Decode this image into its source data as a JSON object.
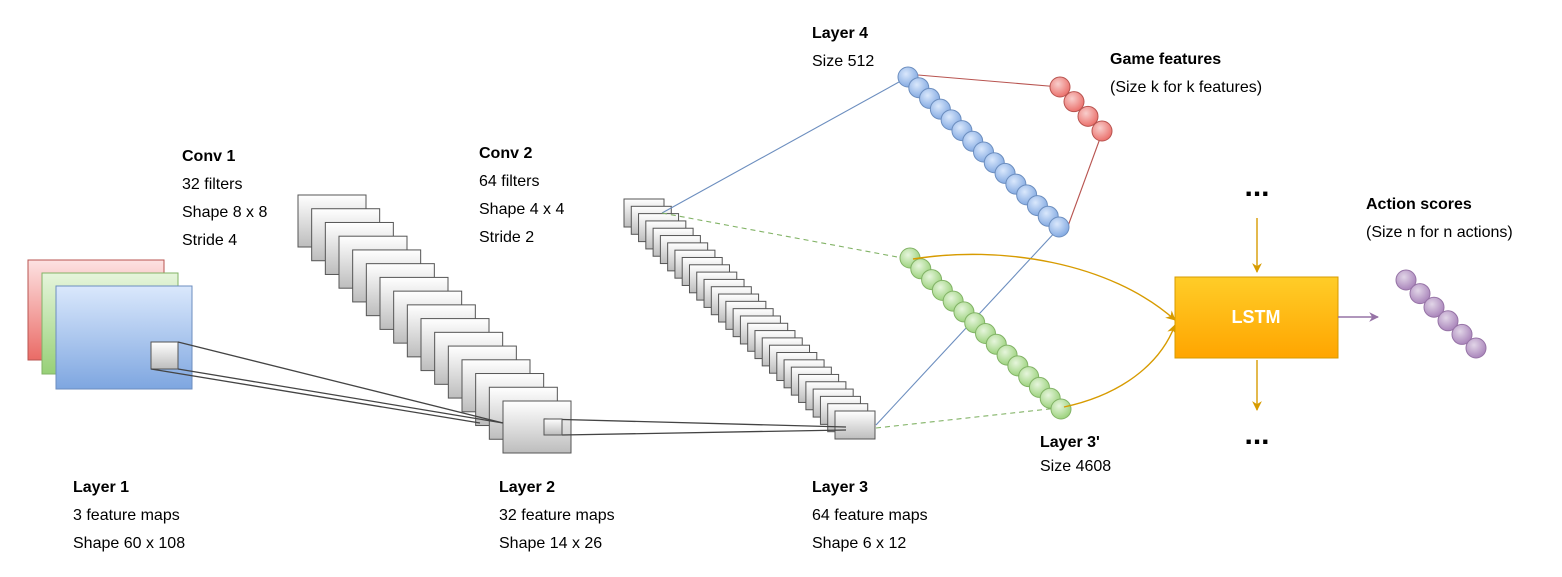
{
  "labels": {
    "conv1": {
      "title": "Conv 1",
      "lines": [
        "32 filters",
        "Shape 8 x 8",
        "Stride 4"
      ]
    },
    "conv2": {
      "title": "Conv 2",
      "lines": [
        "64 filters",
        "Shape 4 x 4",
        "Stride 2"
      ]
    },
    "layer1": {
      "title": "Layer 1",
      "lines": [
        "3 feature maps",
        "Shape 60 x 108"
      ]
    },
    "layer2": {
      "title": "Layer 2",
      "lines": [
        "32 feature maps",
        "Shape 14 x 26"
      ]
    },
    "layer3": {
      "title": "Layer 3",
      "lines": [
        "64 feature maps",
        "Shape 6 x 12"
      ]
    },
    "layer3p": {
      "title": "Layer 3'",
      "lines": [
        "Size 4608"
      ]
    },
    "layer4": {
      "title": "Layer 4",
      "lines": [
        "Size 512"
      ]
    },
    "game": {
      "title": "Game features",
      "lines": [
        "(Size k for k features)"
      ]
    },
    "action": {
      "title": "Action scores",
      "lines": [
        "(Size n for n actions)"
      ]
    }
  },
  "lstm": {
    "label": "LSTM"
  },
  "ellipsis": {
    "top": "...",
    "bottom": "..."
  },
  "colors": {
    "input_red": "#f28b8b",
    "input_green": "#b9e0a5",
    "input_blue": "#7ea6e0",
    "neuron_blue": "#a9c4eb",
    "neuron_green": "#b9e0a5",
    "neuron_red": "#ea6b66",
    "neuron_purple": "#b5a1cf",
    "lstm": "#ffb814",
    "line_blue": "#6c8ebf",
    "line_green": "#82b366",
    "line_red": "#b85450",
    "line_orange": "#d79b00",
    "line_purple": "#9673a6"
  }
}
